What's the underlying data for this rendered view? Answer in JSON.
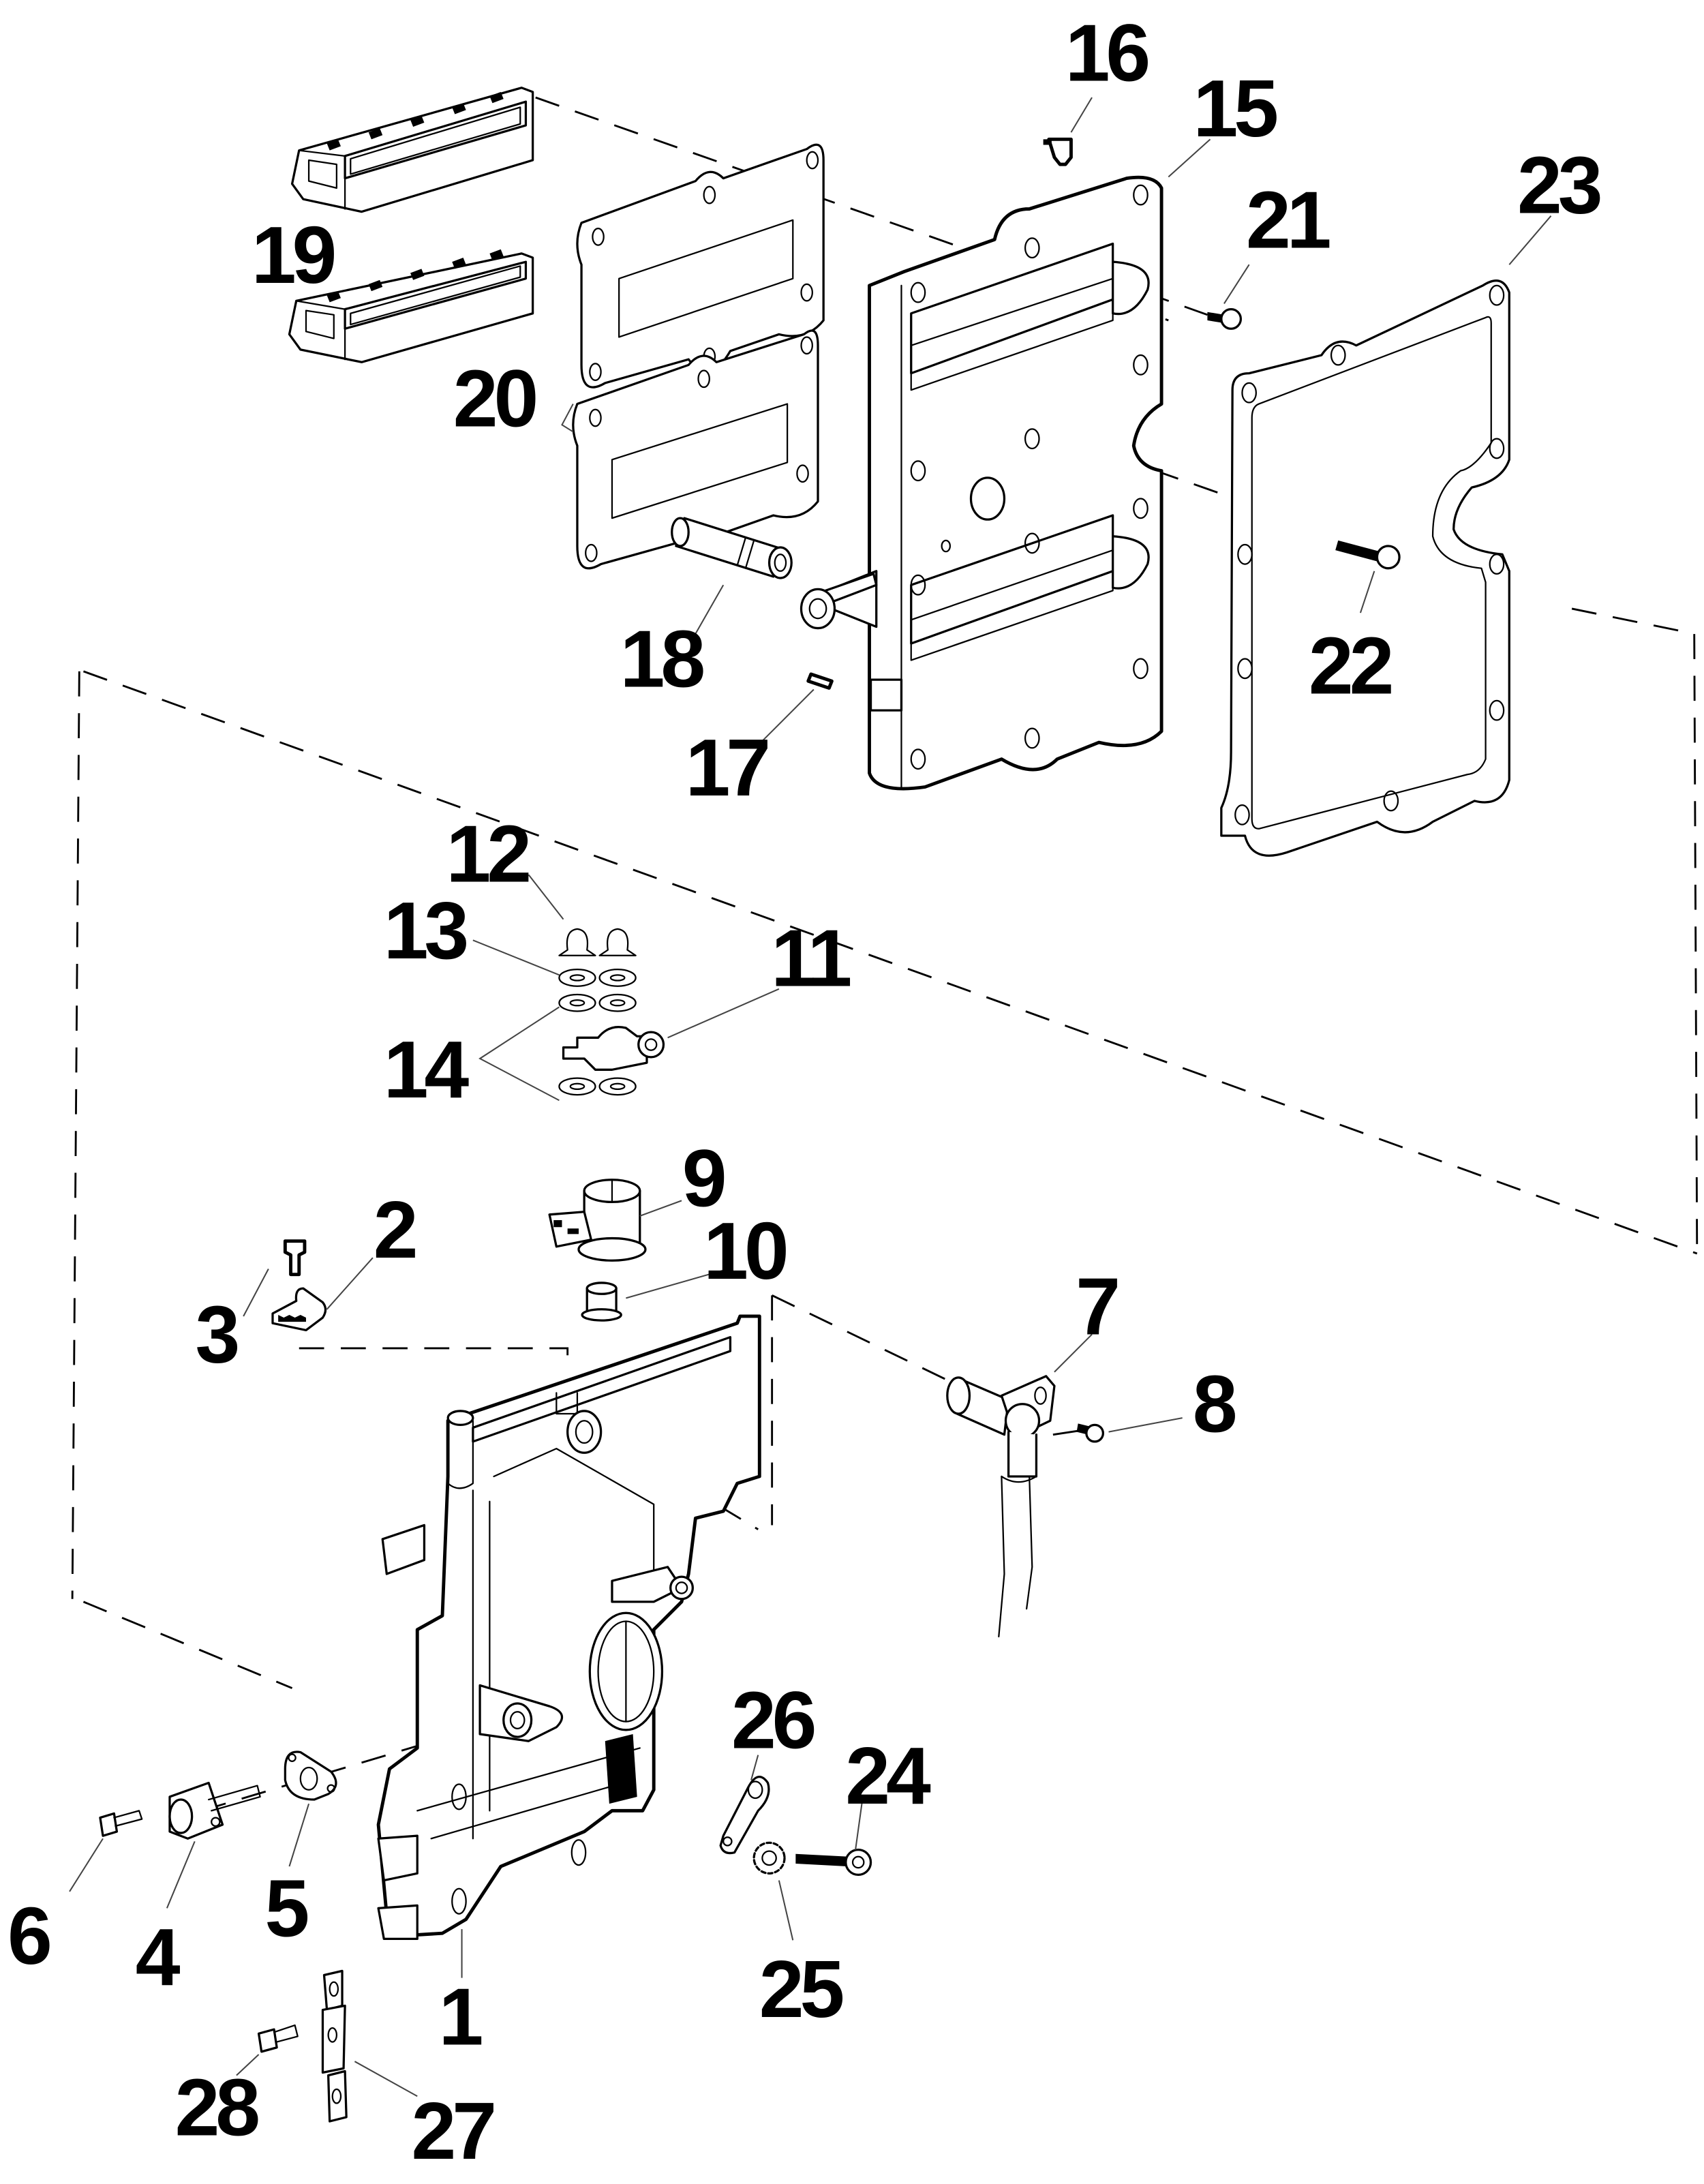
{
  "diagram": {
    "type": "exploded-parts-view",
    "background_color": "#ffffff",
    "line_color": "#000000"
  },
  "callouts": [
    "1",
    "2",
    "3",
    "4",
    "5",
    "6",
    "7",
    "8",
    "9",
    "10",
    "11",
    "12",
    "13",
    "14",
    "15",
    "16",
    "17",
    "18",
    "19",
    "20",
    "21",
    "22",
    "23",
    "24",
    "25",
    "26",
    "27",
    "28"
  ]
}
